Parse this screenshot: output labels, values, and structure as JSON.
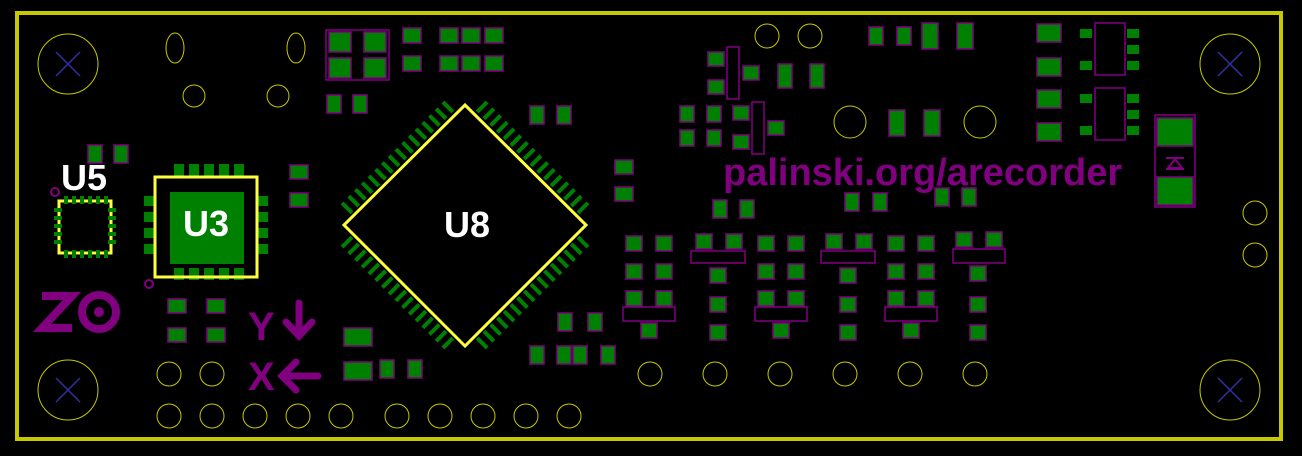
{
  "labels": {
    "u5": "U5",
    "u3": "U3",
    "u8": "U8",
    "website": "palinski.org/arecorder",
    "logo": "ZO",
    "axis_y": "Y",
    "axis_x": "X"
  },
  "colors": {
    "background": "#000000",
    "board_outline": "#c8c800",
    "pad": "#008000",
    "pad_outline": "#800080",
    "silkscreen": "#800080",
    "hole": "#c8c800",
    "mounting_cross": "#3030a0",
    "label": "#ffffff"
  },
  "icons": [
    "mounting-hole-icon",
    "arrow-down-icon",
    "arrow-left-icon",
    "diode-icon",
    "logo-icon"
  ]
}
